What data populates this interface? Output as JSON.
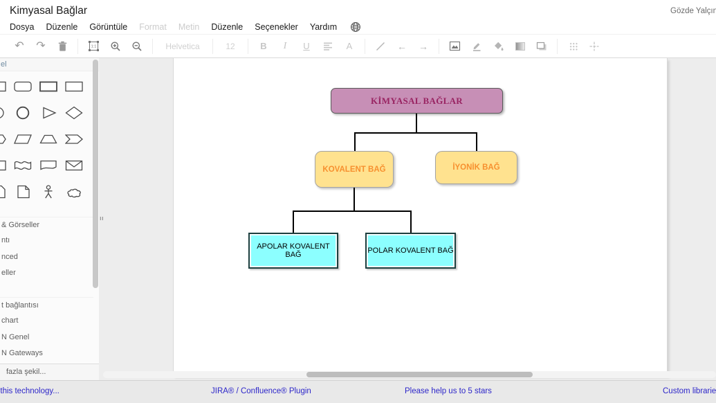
{
  "header": {
    "title": "Kimyasal Bağlar",
    "user": "Gözde Yalçın",
    "menus": [
      {
        "label": "Dosya",
        "disabled": false
      },
      {
        "label": "Düzenle",
        "disabled": false
      },
      {
        "label": "Görüntüle",
        "disabled": false
      },
      {
        "label": "Format",
        "disabled": true
      },
      {
        "label": "Metin",
        "disabled": true
      },
      {
        "label": "Düzenle",
        "disabled": false
      },
      {
        "label": "Seçenekler",
        "disabled": false
      },
      {
        "label": "Yardım",
        "disabled": false
      }
    ]
  },
  "toolbar": {
    "font_name": "Helvetica",
    "font_size": "12",
    "bold": "B",
    "italic": "I",
    "underline": "U",
    "font_color": "A",
    "fit_label": "1:1"
  },
  "sidebar": {
    "header_fragment": "el",
    "section_labels": [
      "& Görseller",
      "ntı",
      "nced",
      "eller",
      "t bağlantısı",
      "chart",
      "N Genel",
      "N Gateways"
    ],
    "more_shapes_label": "fazla şekil...",
    "shapes": [
      "rectangle",
      "rounded-rectangle",
      "rectangle",
      "rectangle",
      "ellipse",
      "circle",
      "triangle",
      "diamond",
      "hexagon",
      "parallelogram",
      "trapezoid",
      "chevron",
      "rectangle",
      "tape",
      "callout",
      "envelope",
      "note",
      "document",
      "actor",
      "cloud"
    ]
  },
  "diagram": {
    "nodes": [
      {
        "id": "root",
        "label": "KİMYASAL BAĞLAR",
        "fill": "#C78FB6",
        "text_color": "#992462",
        "border": "#5A5A5A",
        "shape": "rounded-rectangle"
      },
      {
        "id": "kovalent",
        "label": "KOVALENT BAĞ",
        "fill": "#FFE28F",
        "text_color": "#F7902F",
        "border": "#A3A3A3",
        "shape": "rounded-rectangle"
      },
      {
        "id": "iyonik",
        "label": "İYONİK BAĞ",
        "fill": "#FFE28F",
        "text_color": "#F7902F",
        "border": "#A3A3A3",
        "shape": "rounded-rectangle"
      },
      {
        "id": "apolar",
        "label": "APOLAR KOVALENT BAĞ",
        "fill": "#8CFFFF",
        "text_color": "#000000",
        "border": "#1D3F3F",
        "shape": "rectangle"
      },
      {
        "id": "polar",
        "label": "POLAR KOVALENT BAĞ",
        "fill": "#8CFFFF",
        "text_color": "#000000",
        "border": "#1D3F3F",
        "shape": "rectangle"
      }
    ],
    "edges": [
      {
        "from": "root",
        "to": "kovalent"
      },
      {
        "from": "root",
        "to": "iyonik"
      },
      {
        "from": "kovalent",
        "to": "apolar"
      },
      {
        "from": "kovalent",
        "to": "polar"
      }
    ]
  },
  "footer": {
    "links": [
      "t this technology...",
      "JIRA® / Confluence® Plugin",
      "Please help us to 5 stars",
      "Custom libraries"
    ]
  }
}
